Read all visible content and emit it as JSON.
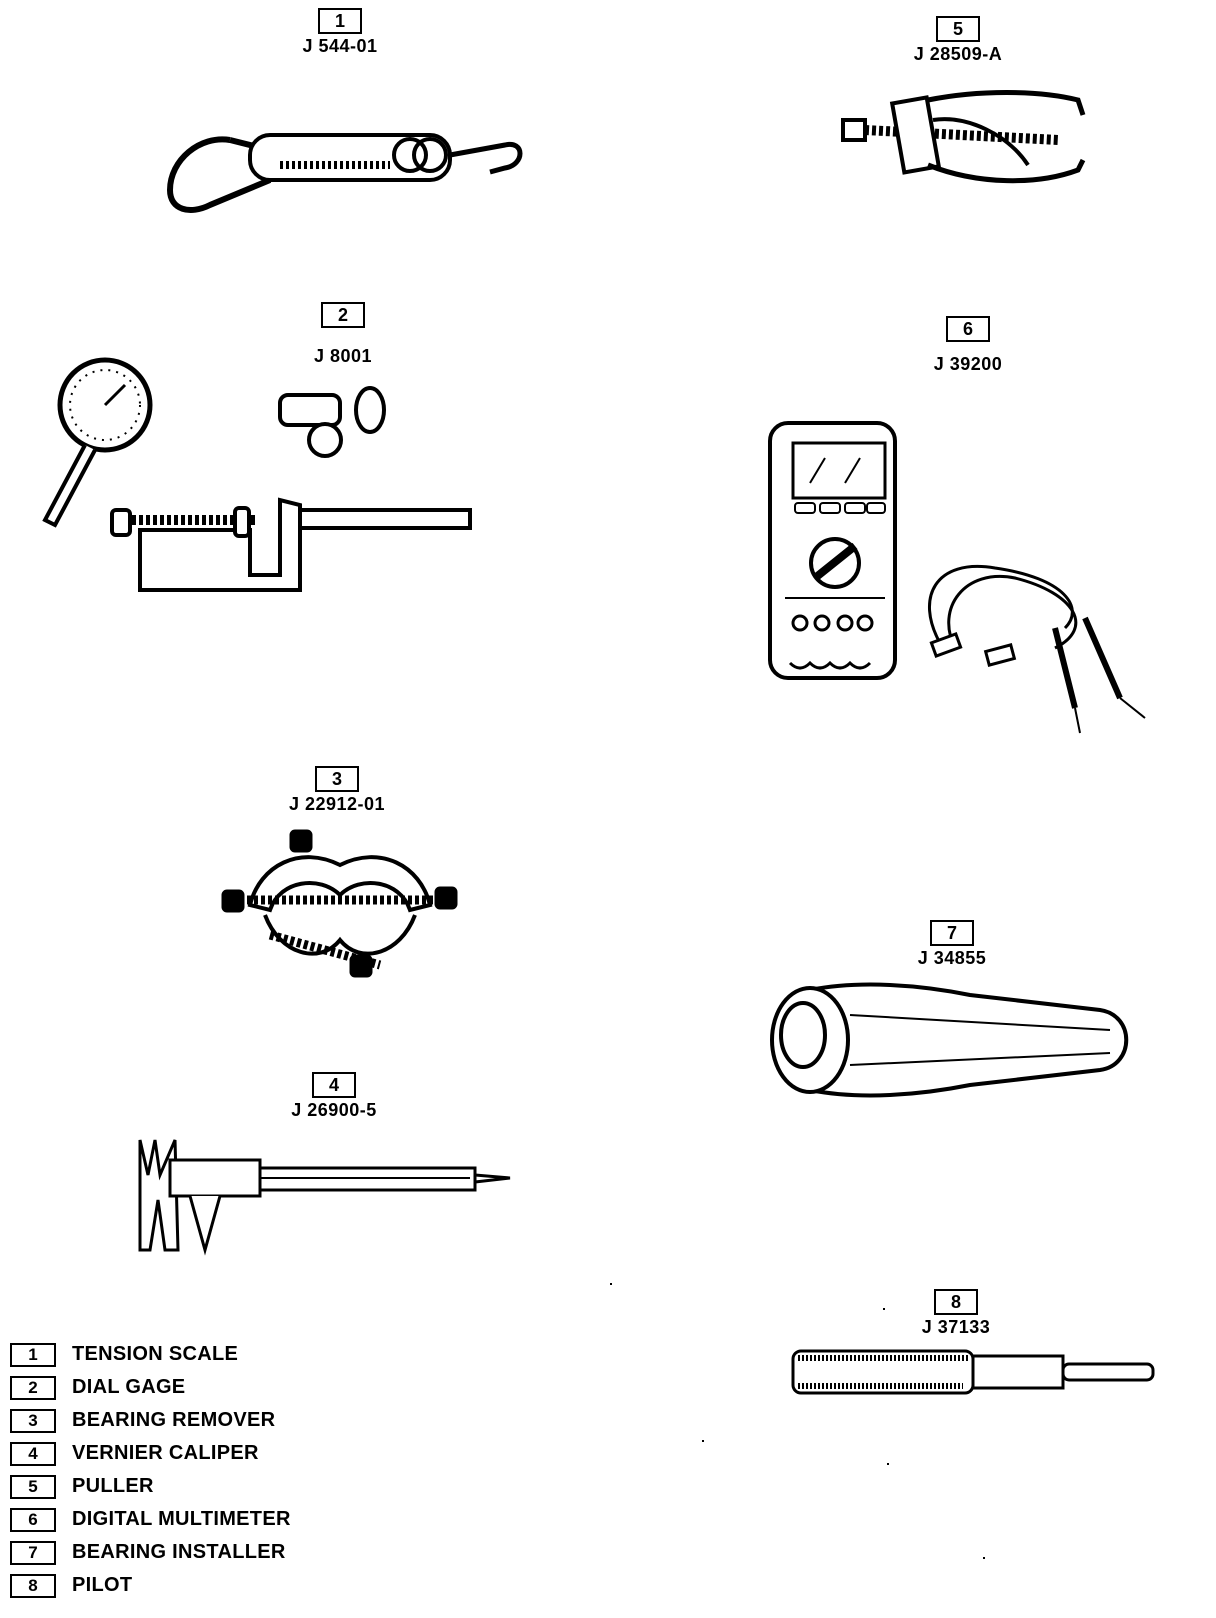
{
  "tools": [
    {
      "num": "1",
      "part": "J 544-01",
      "icon": "tension-scale-icon"
    },
    {
      "num": "2",
      "part": "J 8001",
      "icon": "dial-gage-icon"
    },
    {
      "num": "3",
      "part": "J 22912-01",
      "icon": "bearing-remover-icon"
    },
    {
      "num": "4",
      "part": "J 26900-5",
      "icon": "vernier-caliper-icon"
    },
    {
      "num": "5",
      "part": "J 28509-A",
      "icon": "puller-icon"
    },
    {
      "num": "6",
      "part": "J 39200",
      "icon": "digital-multimeter-icon"
    },
    {
      "num": "7",
      "part": "J 34855",
      "icon": "bearing-installer-icon"
    },
    {
      "num": "8",
      "part": "J 37133",
      "icon": "pilot-icon"
    }
  ],
  "legend": [
    {
      "num": "1",
      "label": "TENSION SCALE"
    },
    {
      "num": "2",
      "label": "DIAL GAGE"
    },
    {
      "num": "3",
      "label": "BEARING REMOVER"
    },
    {
      "num": "4",
      "label": "VERNIER CALIPER"
    },
    {
      "num": "5",
      "label": "PULLER"
    },
    {
      "num": "6",
      "label": "DIGITAL MULTIMETER"
    },
    {
      "num": "7",
      "label": "BEARING INSTALLER"
    },
    {
      "num": "8",
      "label": "PILOT"
    }
  ]
}
